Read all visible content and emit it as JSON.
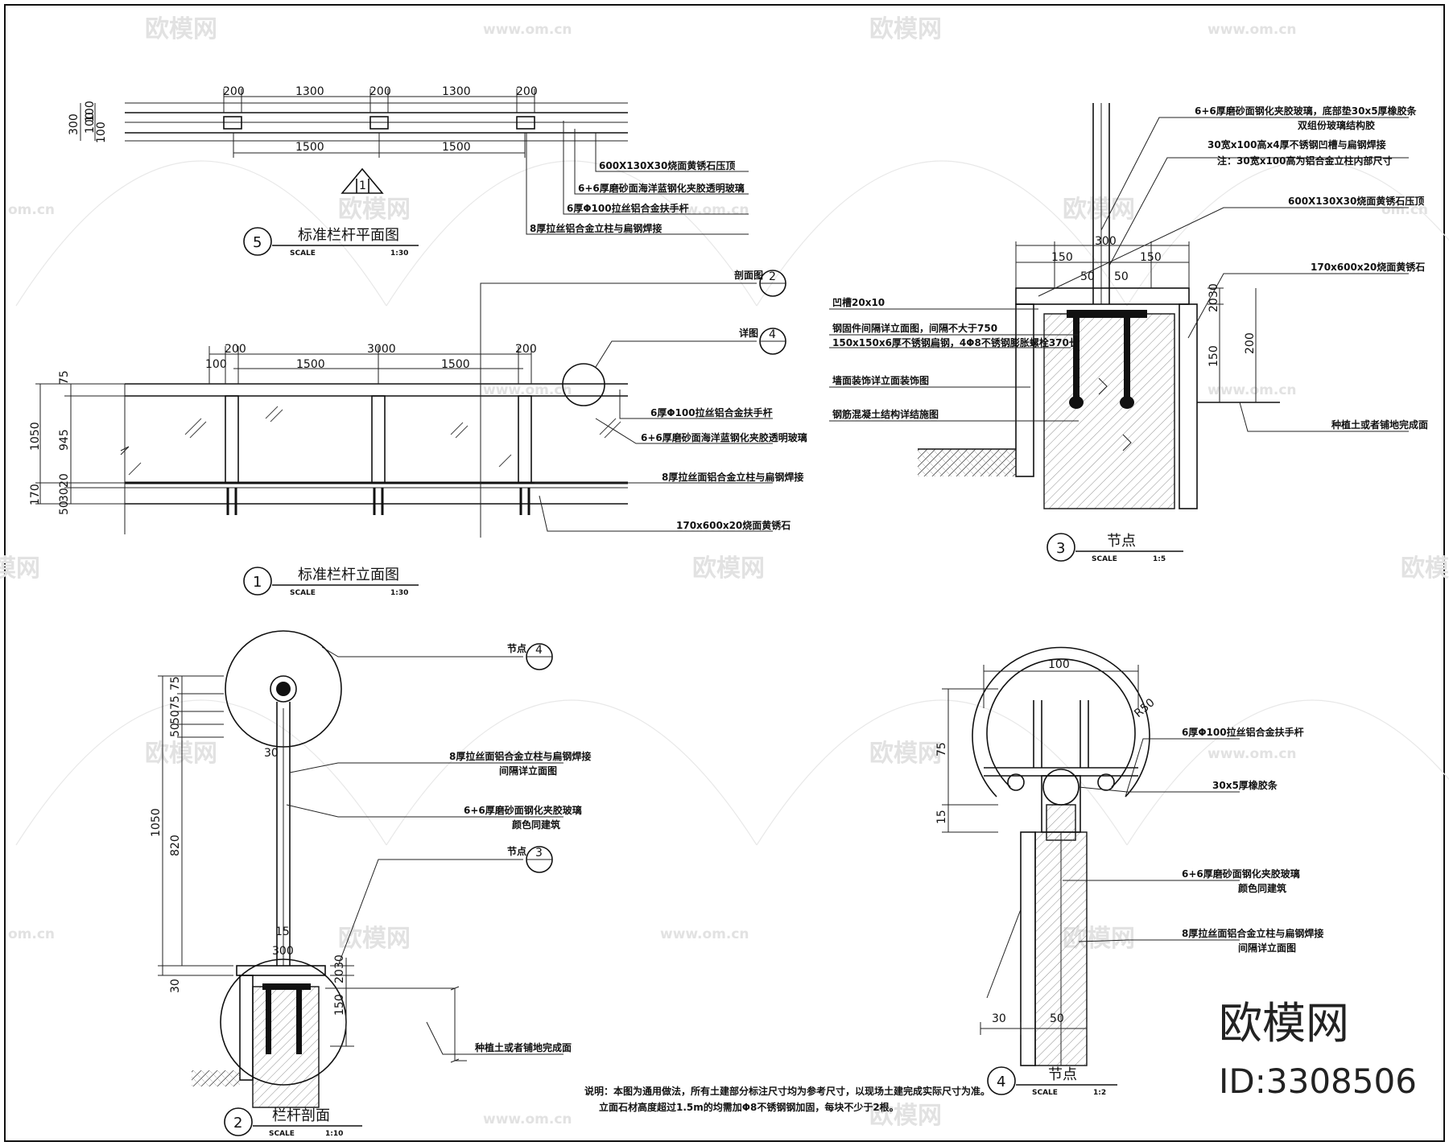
{
  "watermark": {
    "site": "欧模网",
    "url": "www.om.cn",
    "url_short": "om.cn"
  },
  "brand": {
    "name": "欧模网",
    "id": "ID:3308506"
  },
  "plan": {
    "num": "5",
    "title": "标准栏杆平面图",
    "scale_word": "SCALE",
    "scale": "1:30",
    "north_mark": "1",
    "dims_top": [
      "200",
      "1300",
      "200",
      "1300",
      "200"
    ],
    "dims_bottom": [
      "1500",
      "1500"
    ],
    "dims_left": [
      "300",
      "100",
      "100",
      "100"
    ],
    "notes": [
      "600X130X30烧面黄锈石压顶",
      "6+6厚磨砂面海洋蓝钢化夹胶透明玻璃",
      "6厚Φ100拉丝铝合金扶手杆",
      "8厚拉丝铝合金立柱与扁钢焊接"
    ]
  },
  "elevation": {
    "num": "1",
    "title": "标准栏杆立面图",
    "scale_word": "SCALE",
    "scale": "1:30",
    "dims_top": [
      "100",
      "200",
      "1500",
      "3000",
      "1500",
      "200"
    ],
    "dims_left": [
      "75",
      "1050",
      "945",
      "170",
      "20",
      "30",
      "50"
    ],
    "callout_section": {
      "label": "剖面图",
      "num": "2"
    },
    "callout_detail": {
      "label": "详图",
      "num": "4"
    },
    "notes": [
      "6厚Φ100拉丝铝合金扶手杆",
      "6+6厚磨砂面海洋蓝钢化夹胶透明玻璃",
      "8厚拉丝面铝合金立柱与扁钢焊接",
      "170x600x20烧面黄锈石"
    ]
  },
  "detail3": {
    "num": "3",
    "title": "节点",
    "scale_word": "SCALE",
    "scale": "1:5",
    "dims": [
      "150",
      "300",
      "150",
      "50",
      "50",
      "20",
      "30",
      "150",
      "200"
    ],
    "notes_right": [
      "6+6厚磨砂面钢化夹胶玻璃，底部垫30x5厚橡胶条",
      "双组份玻璃结构胶",
      "30宽x100高x4厚不锈钢凹槽与扁钢焊接",
      "注：30宽x100高为铝合金立柱内部尺寸",
      "600X130X30烧面黄锈石压顶",
      "170x600x20烧面黄锈石",
      "种植土或者铺地完成面"
    ],
    "notes_left": [
      "凹槽20x10",
      "钢固件间隔详立面图，间隔不大于750",
      "150x150x6厚不锈钢扁钢，4Φ8不锈钢膨胀螺栓370长",
      "墙面装饰详立面装饰图",
      "钢筋混凝土结构详结施图"
    ]
  },
  "section2": {
    "num": "2",
    "title": "栏杆剖面",
    "scale_word": "SCALE",
    "scale": "1:10",
    "dims_left": [
      "75",
      "75",
      "50",
      "50",
      "1050",
      "820",
      "30"
    ],
    "dims_misc": [
      "30",
      "15",
      "300",
      "20",
      "30",
      "150"
    ],
    "callout_top": {
      "label": "节点",
      "num": "4"
    },
    "callout_bottom": {
      "label": "节点",
      "num": "3"
    },
    "notes": [
      "8厚拉丝面铝合金立柱与扁钢焊接",
      "间隔详立面图",
      "6+6厚磨砂面钢化夹胶玻璃",
      "颜色同建筑",
      "种植土或者铺地完成面"
    ]
  },
  "general_notes": [
    "说明：本图为通用做法，所有土建部分标注尺寸均为参考尺寸，以现场土建完成实际尺寸为准。",
    "立面石材高度超过1.5m的均需加Φ8不锈钢钢加固，每块不少于2根。"
  ],
  "detail4": {
    "num": "4",
    "title": "节点",
    "scale_word": "SCALE",
    "scale": "1:2",
    "dims": [
      "100",
      "R50",
      "75",
      "15",
      "30",
      "50"
    ],
    "notes": [
      "6厚Φ100拉丝铝合金扶手杆",
      "30x5厚橡胶条",
      "6+6厚磨砂面钢化夹胶玻璃",
      "颜色同建筑",
      "8厚拉丝面铝合金立柱与扁钢焊接",
      "间隔详立面图"
    ]
  }
}
